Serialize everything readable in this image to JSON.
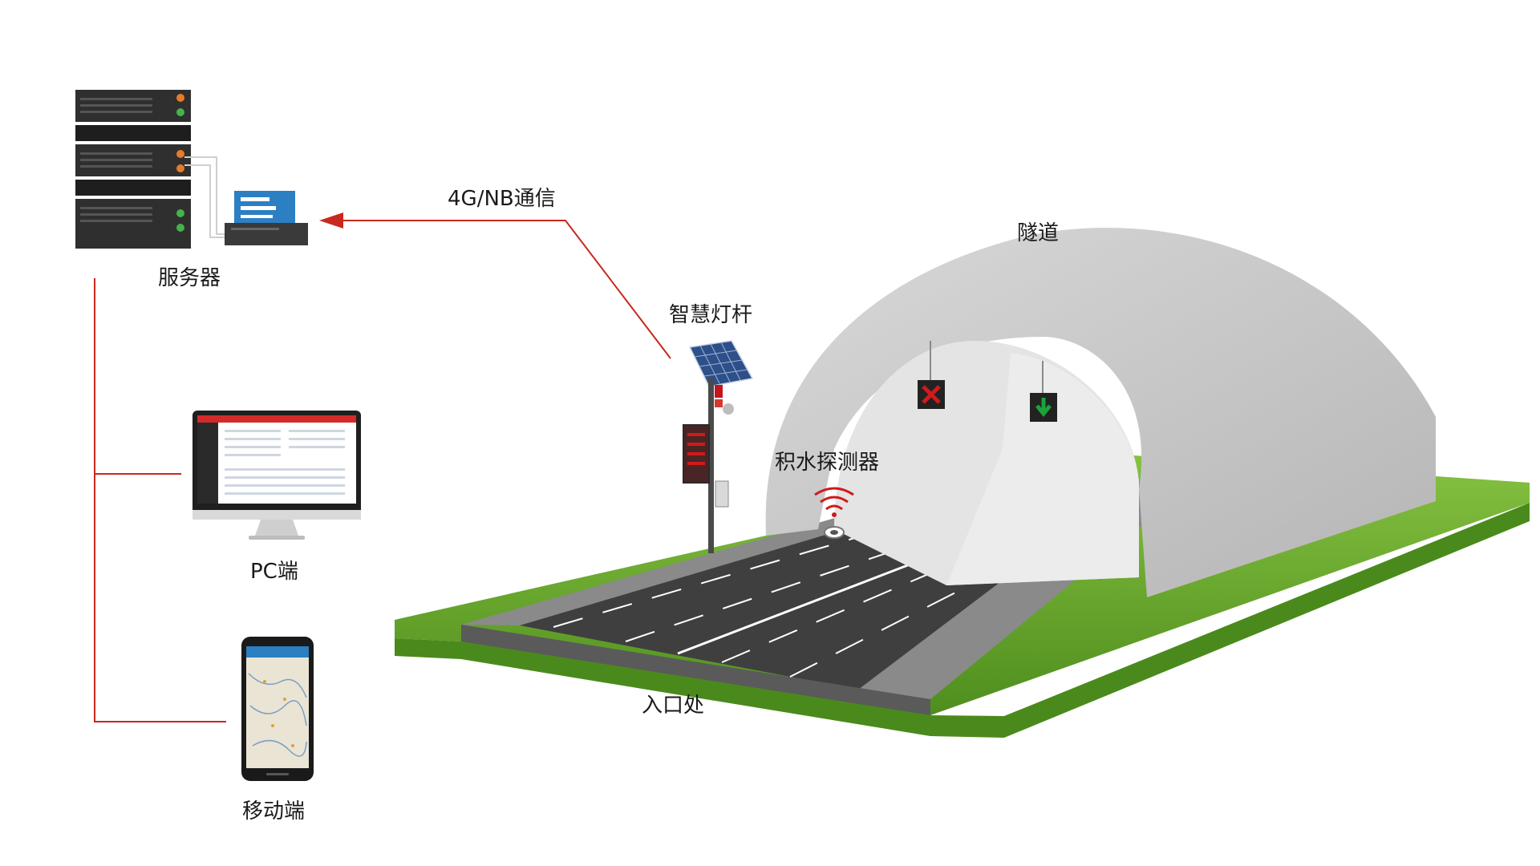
{
  "labels": {
    "server": "服务器",
    "comm": "4G/NB通信",
    "tunnel": "隧道",
    "smart_pole": "智慧灯杆",
    "water_detector": "积水探测器",
    "pc": "PC端",
    "mobile": "移动端",
    "entrance": "入口处"
  },
  "colors": {
    "link_line": "#c8281e",
    "grass": "#6aa92b",
    "road": "#3f3f3f",
    "tunnel": "#c9c9c9",
    "server": "#2f2f2f",
    "device_blue": "#2c7fc2",
    "sign_red": "#d11a1a",
    "sign_green": "#1aa33a"
  },
  "icons": {
    "server": "server-rack-icon",
    "terminal": "communication-terminal-icon",
    "pc": "desktop-monitor-icon",
    "mobile": "smartphone-icon",
    "pole": "smart-light-pole-icon",
    "detector": "water-detector-icon",
    "wireless": "wireless-signal-icon"
  }
}
